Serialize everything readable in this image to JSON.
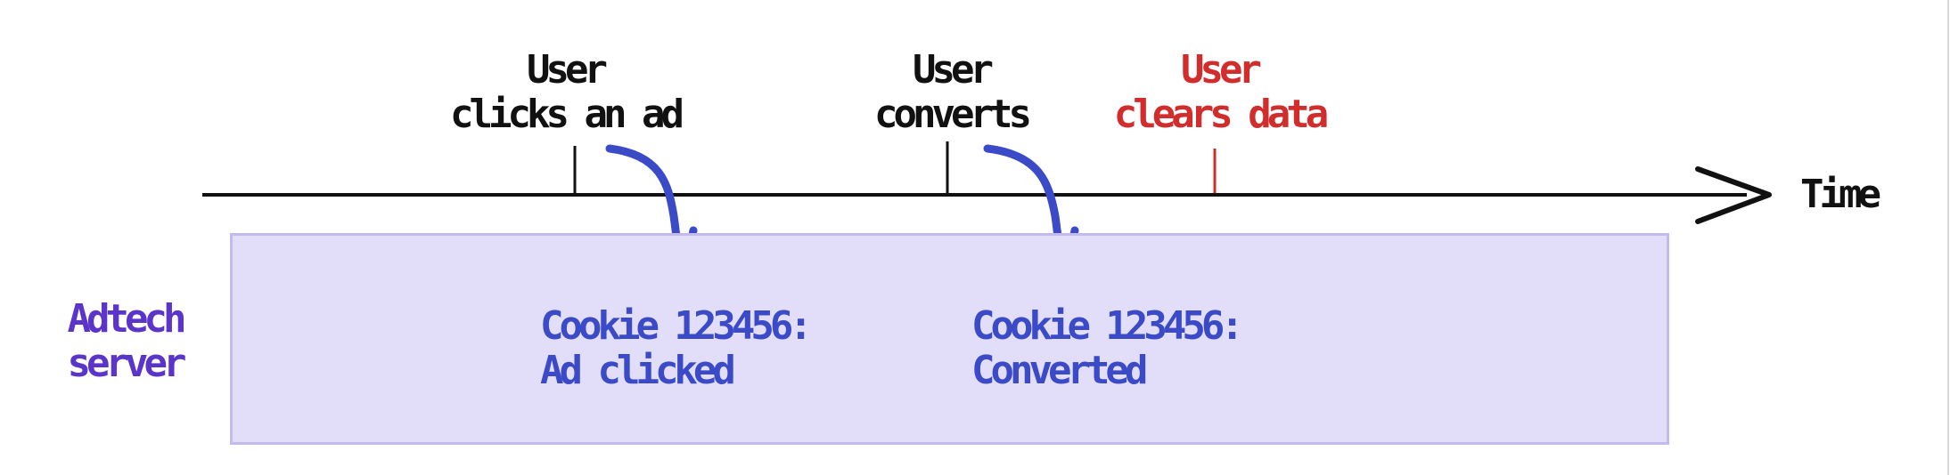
{
  "diagram": {
    "timeline": {
      "axis_label": "Time",
      "events": [
        {
          "label_line1": "User",
          "label_line2": "clicks an ad",
          "style": "normal"
        },
        {
          "label_line1": "User",
          "label_line2": "converts",
          "style": "normal"
        },
        {
          "label_line1": "User",
          "label_line2": "clears data",
          "style": "cleared"
        }
      ]
    },
    "server_box": {
      "label_line1": "Adtech",
      "label_line2": "server",
      "records": [
        {
          "line1": "Cookie 123456:",
          "line2": "Ad clicked"
        },
        {
          "line1": "Cookie 123456:",
          "line2": "Converted"
        }
      ]
    },
    "colors": {
      "event_text": "#111111",
      "cleared_event_text": "#d22d2d",
      "arrow_blue": "#3b4bc8",
      "record_text": "#3b4bc8",
      "server_label": "#5b35c9",
      "box_fill": "#e2ddf8",
      "box_border": "#c5baee",
      "timeline": "#111111"
    }
  }
}
